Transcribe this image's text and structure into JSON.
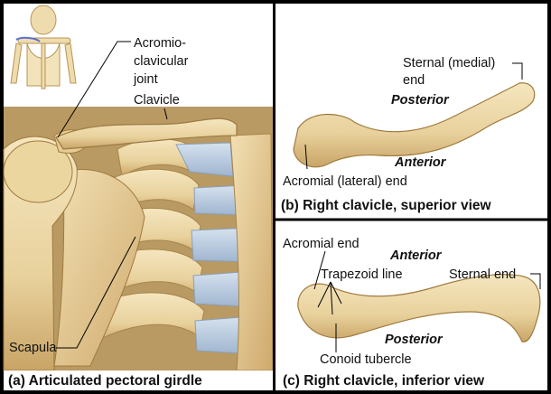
{
  "panel_a": {
    "labels": {
      "acromio_line1": "Acromio-",
      "acromio_line2": "clavicular",
      "acromio_line3": "joint",
      "clavicle": "Clavicle",
      "scapula": "Scapula"
    },
    "caption": "(a) Articulated pectoral girdle"
  },
  "panel_b": {
    "labels": {
      "sternal_medial_line1": "Sternal (medial)",
      "sternal_medial_line2": "end",
      "posterior": "Posterior",
      "anterior": "Anterior",
      "acromial_lateral": "Acromial (lateral) end"
    },
    "caption": "(b) Right clavicle, superior view"
  },
  "panel_c": {
    "labels": {
      "acromial_end": "Acromial end",
      "anterior": "Anterior",
      "trapezoid_line": "Trapezoid line",
      "sternal_end": "Sternal end",
      "posterior": "Posterior",
      "conoid_tubercle": "Conoid tubercle"
    },
    "caption": "(c) Right clavicle, inferior view"
  },
  "colors": {
    "bone": "#ecd9a8",
    "bone_shade": "#caa56a",
    "cartilage": "#b9cbe0",
    "panel_bg": "#ffffff",
    "frame": "#000000"
  }
}
